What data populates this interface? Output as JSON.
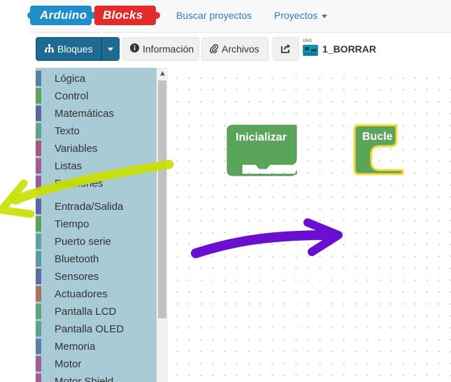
{
  "navbar": {
    "logo_part1": "Arduino",
    "logo_part2": "Blocks",
    "search_projects": "Buscar proyectos",
    "projects": "Proyectos"
  },
  "toolbar": {
    "blocks_label": "Bloques",
    "info_label": "Información",
    "files_label": "Archivos",
    "board_badge": "UNO",
    "project_name": "1_BORRAR"
  },
  "categories": [
    {
      "label": "Lógica",
      "color": "#5b80a5"
    },
    {
      "label": "Control",
      "color": "#5ba55b"
    },
    {
      "label": "Matemáticas",
      "color": "#5b67a5"
    },
    {
      "label": "Texto",
      "color": "#5ba58c"
    },
    {
      "label": "Variables",
      "color": "#a55b80"
    },
    {
      "label": "Listas",
      "color": "#a55b9e"
    },
    {
      "label": "Funciones",
      "color": "#995ba5"
    },
    {
      "label": "Entrada/Salida",
      "color": "#5b67a5"
    },
    {
      "label": "Tiempo",
      "color": "#5ba55b"
    },
    {
      "label": "Puerto serie",
      "color": "#5ba5a0"
    },
    {
      "label": "Bluetooth",
      "color": "#5b99a5"
    },
    {
      "label": "Sensores",
      "color": "#5b6aa5"
    },
    {
      "label": "Actuadores",
      "color": "#a5745b"
    },
    {
      "label": "Pantalla LCD",
      "color": "#5ba57a"
    },
    {
      "label": "Pantalla OLED",
      "color": "#5ba58c"
    },
    {
      "label": "Memoria",
      "color": "#5b80a5"
    },
    {
      "label": "Motor",
      "color": "#a55b9e"
    },
    {
      "label": "Motor Shield",
      "color": "#a55b9e"
    }
  ],
  "blocks": {
    "setup_label": "Inicializar",
    "loop_label": "Bucle",
    "block_color": "#5ba55b",
    "selected_outline": "#fbd83b"
  },
  "annotations": {
    "yellow_arrow_color": "#c8e000",
    "purple_arrow_color": "#6a0fd0"
  }
}
